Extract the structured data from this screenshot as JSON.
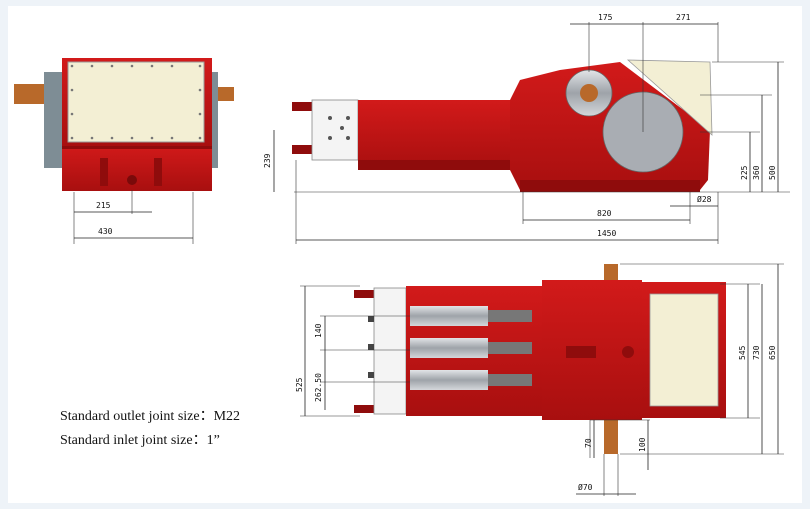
{
  "colors": {
    "body_red": "#c01515",
    "dark_red": "#8f0c0c",
    "cover_beige": "#f3efd4",
    "steel_gray": "#a9adb3",
    "shaft_orange": "#b8692a",
    "background": "#eef3f8"
  },
  "dimensions": {
    "front_view": {
      "width_215": "215",
      "width_430": "430"
    },
    "side_view": {
      "top_175": "175",
      "top_271": "271",
      "height_239": "239",
      "height_225": "225",
      "height_360": "360",
      "height_500": "500",
      "length_820": "820",
      "length_1450": "1450",
      "dia_28": "Ø28"
    },
    "top_view": {
      "pitch_140": "140",
      "pitch_262": "262.50",
      "width_525": "525",
      "width_545": "545",
      "width_730": "730",
      "width_650": "650",
      "len_70": "70",
      "len_100": "100",
      "dia_70": "Ø70"
    }
  },
  "notes": {
    "outlet": "Standard outlet joint size：M22",
    "inlet": "Standard inlet joint size：1”"
  }
}
